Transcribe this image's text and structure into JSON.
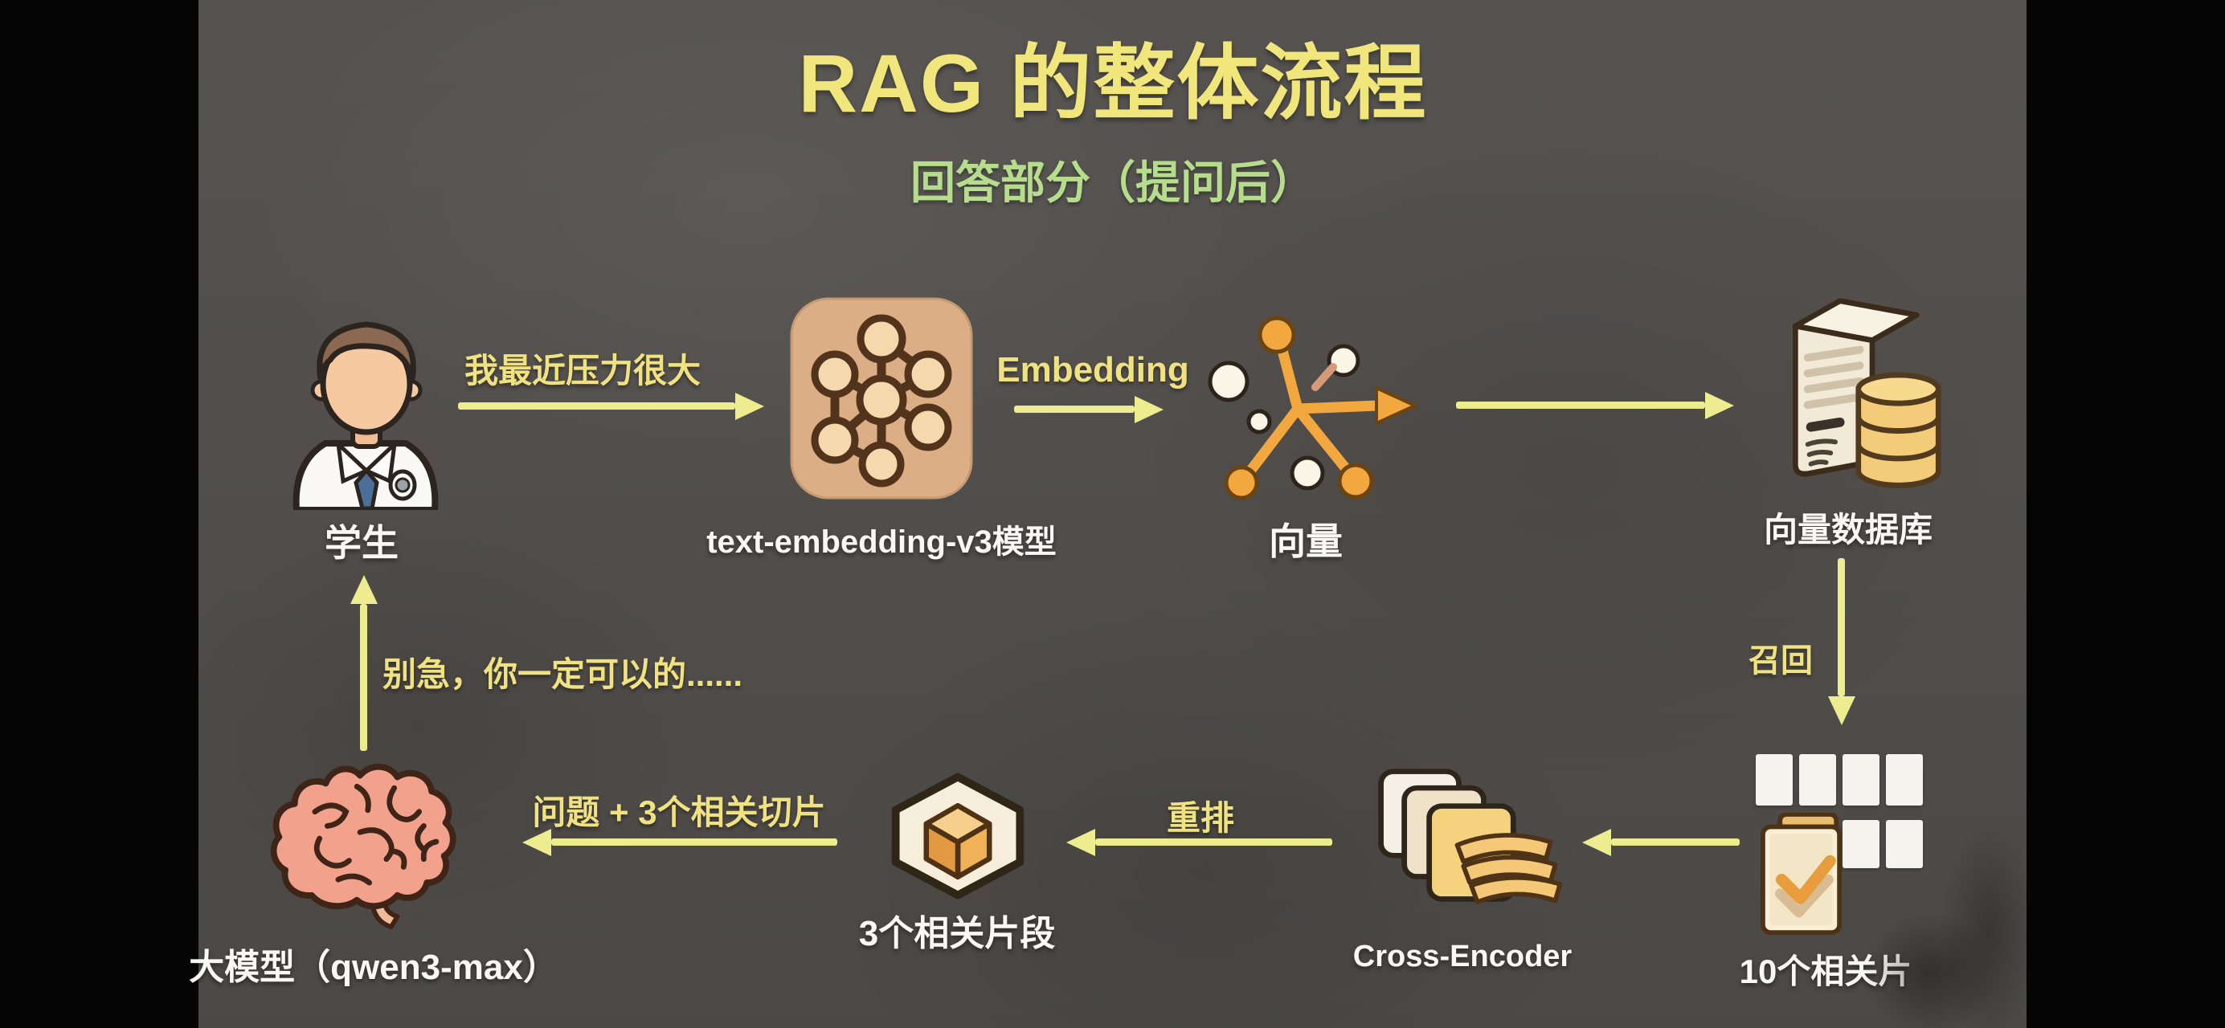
{
  "title": "RAG 的整体流程",
  "subtitle": "回答部分（提问后）",
  "colors": {
    "background": "#504d4a",
    "edge_bars": "#050505",
    "title_text": "#f0e67c",
    "subtitle_text": "#b5dd8c",
    "arrow": "#edec8e",
    "node_label_text": "#faf8f3",
    "edge_label_text": "#f0e181",
    "accent_orange": "#f0a53e"
  },
  "nodes": {
    "student": {
      "label": "学生",
      "icon": "student-icon"
    },
    "embedding_model": {
      "label": "text-embedding-v3模型",
      "icon": "neural-network-icon"
    },
    "vector": {
      "label": "向量",
      "icon": "vector-scatter-icon"
    },
    "vector_db": {
      "label": "向量数据库",
      "icon": "database-server-icon"
    },
    "recalled_chunks": {
      "label": "10个相关片",
      "icon": "document-grid-icon"
    },
    "cross_encoder": {
      "label": "Cross-Encoder",
      "icon": "stacked-layers-icon"
    },
    "top_chunks": {
      "label": "3个相关片段",
      "icon": "hexagon-package-icon"
    },
    "llm": {
      "label": "大模型（qwen3-max）",
      "icon": "brain-icon"
    }
  },
  "edges": {
    "query": {
      "label": "我最近压力很大"
    },
    "embedding": {
      "label": "Embedding"
    },
    "recall": {
      "label": "召回"
    },
    "rerank": {
      "label": "重排"
    },
    "prompt": {
      "label": "问题 + 3个相关切片"
    },
    "answer": {
      "label": "别急，你一定可以的......"
    }
  }
}
